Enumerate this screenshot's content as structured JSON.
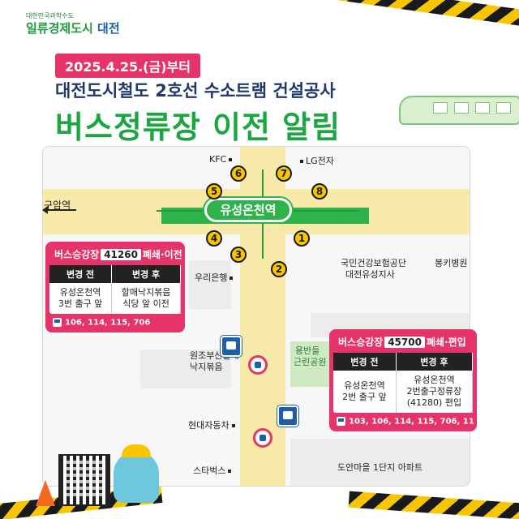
{
  "header": {
    "logo_small": "대한민국과학수도",
    "logo_main": "일류경제도시",
    "logo_city": "대전",
    "date_badge": "2025.4.25.(금)부터",
    "subtitle": "대전도시철도 2호선 수소트램 건설공사",
    "title": "버스정류장 이전 알림"
  },
  "map": {
    "station": "유성온천역",
    "destination": "구암역",
    "exits": [
      "1",
      "2",
      "3",
      "4",
      "5",
      "6",
      "7",
      "8"
    ],
    "landmarks": {
      "kfc": "KFC",
      "lg": "LG전자",
      "woori": "우리은행",
      "wonjo": "원조부산할매",
      "wonjo2": "낙지볶음",
      "hyundai": "현대자동차",
      "starbucks": "스타벅스",
      "insurance": "국민건강보험공단",
      "insurance2": "대전유성지사",
      "bonghwa": "봉키병원",
      "park": "용반들",
      "park2": "근린공원",
      "apartment": "도안마을 1단지 아파트"
    }
  },
  "stop_a": {
    "head_prefix": "버스승강장",
    "number": "41260",
    "head_suffix": "폐쇄·이전",
    "col_before": "변경 전",
    "col_after": "변경 후",
    "before_line1": "유성온천역",
    "before_line2": "3번 출구 앞",
    "after_line1": "할매낙지볶음",
    "after_line2": "식당 앞 이전",
    "routes": "106, 114, 115, 706"
  },
  "stop_b": {
    "head_prefix": "버스승강장",
    "number": "45700",
    "head_suffix": "폐쇄·편입",
    "col_before": "변경 전",
    "col_after": "변경 후",
    "before_line1": "유성온천역",
    "before_line2": "2번 출구 앞",
    "after_line1": "유성온천역",
    "after_line2": "2번출구정류장",
    "after_line3": "(41280) 편입",
    "routes": "103, 106, 114, 115, 706, 11"
  }
}
